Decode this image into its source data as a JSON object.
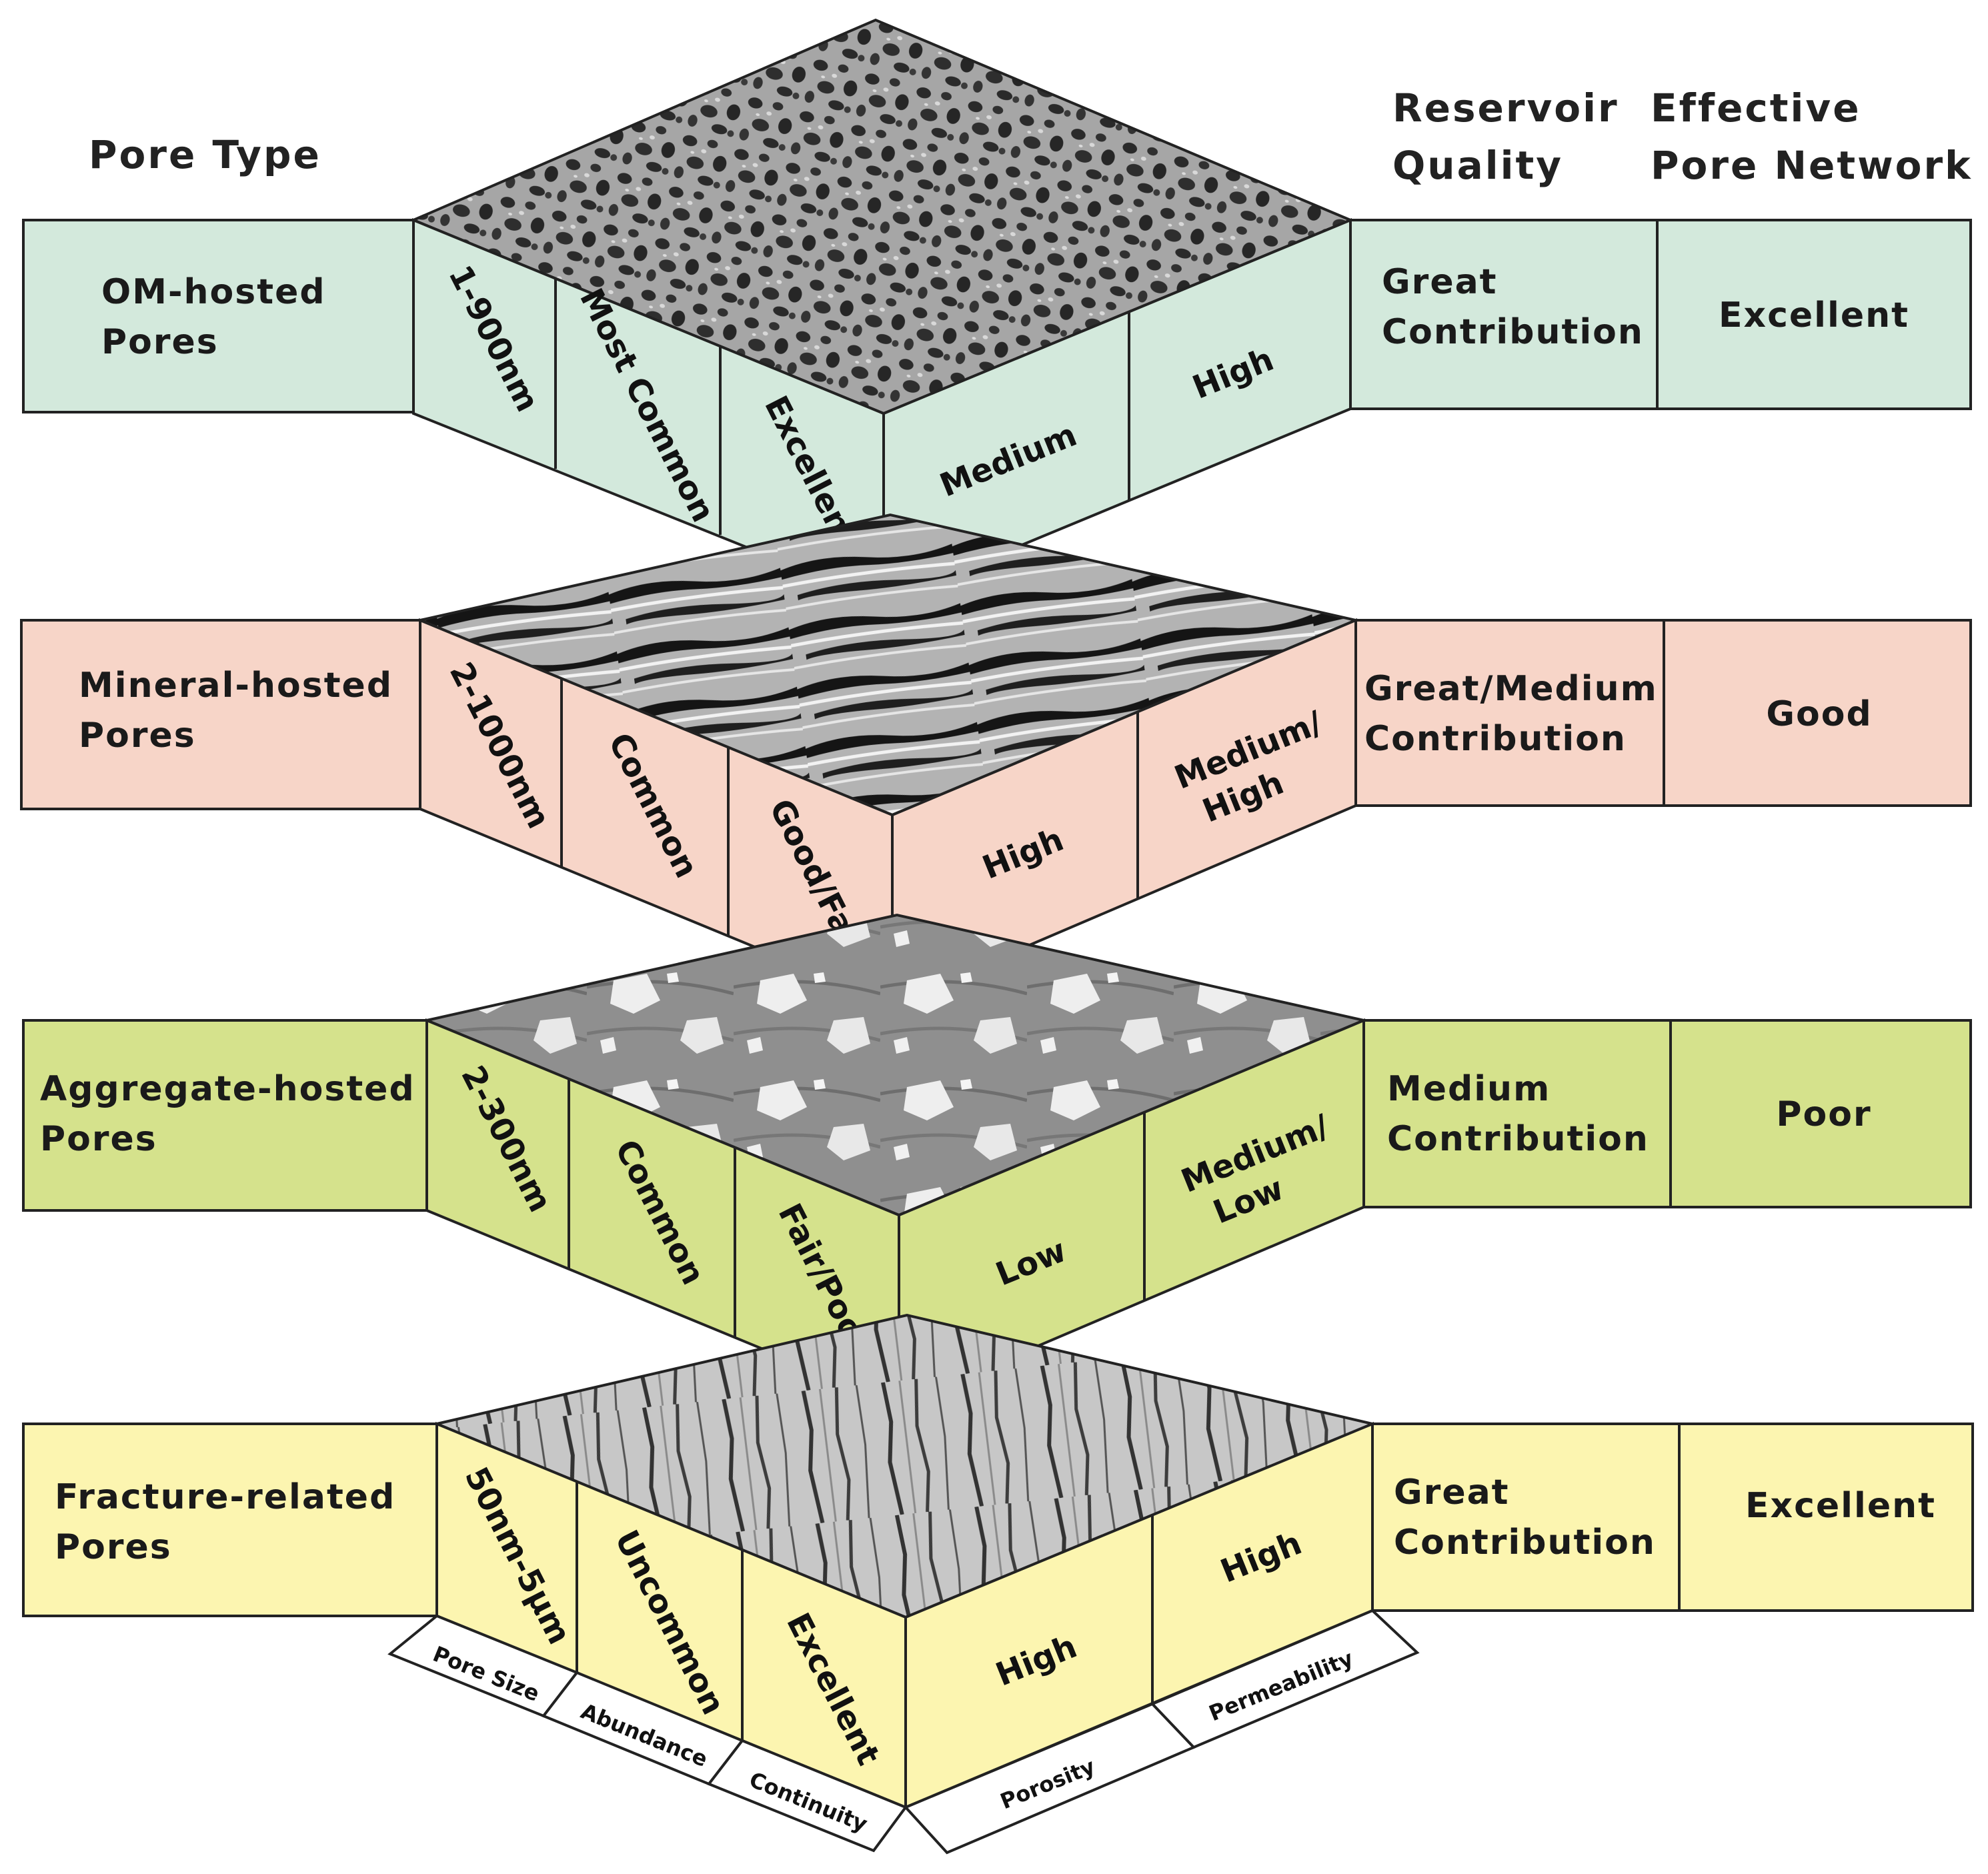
{
  "headers": {
    "pore_type": "Pore Type",
    "reservoir_quality_line1": "Reservoir",
    "reservoir_quality_line2": "Quality",
    "effective_network_line1": "Effective",
    "effective_network_line2": "Pore Network"
  },
  "layers": [
    {
      "name_line1": "OM-hosted",
      "name_line2": "Pores",
      "pore_size": "1-900nm",
      "abundance": "Most Common",
      "continuity": "Excellent",
      "porosity": "Medium",
      "permeability": "High",
      "quality_line1": "Great",
      "quality_line2": "Contribution",
      "network": "Excellent",
      "color": "#d3e9dc",
      "texture": "om-texture"
    },
    {
      "name_line1": "Mineral-hosted",
      "name_line2": "Pores",
      "pore_size": "2-1000nm",
      "abundance": "Common",
      "continuity": "Good/Fair",
      "porosity": "High",
      "permeability_line1": "Medium/",
      "permeability_line2": "High",
      "quality_line1": "Great/Medium",
      "quality_line2": "Contribution",
      "network": "Good",
      "color": "#f7d5c8",
      "texture": "mineral-texture"
    },
    {
      "name_line1": "Aggregate-hosted",
      "name_line2": "Pores",
      "pore_size": "2-300nm",
      "abundance": "Common",
      "continuity": "Fair/Poor",
      "porosity": "Low",
      "permeability_line1": "Medium/",
      "permeability_line2": "Low",
      "quality_line1": "Medium",
      "quality_line2": "Contribution",
      "network": "Poor",
      "color": "#d5e28c",
      "texture": "aggregate-texture"
    },
    {
      "name_line1": "Fracture-related",
      "name_line2": "Pores",
      "pore_size": "50nm-5μm",
      "abundance": "Uncommon",
      "continuity": "Excellent",
      "porosity": "High",
      "permeability": "High",
      "quality_line1": "Great",
      "quality_line2": "Contribution",
      "network": "Excellent",
      "color": "#fcf5b0",
      "texture": "fracture-texture"
    }
  ],
  "axis_labels": {
    "pore_size": "Pore Size",
    "abundance": "Abundance",
    "continuity": "Continuity",
    "porosity": "Porosity",
    "permeability": "Permeability"
  }
}
